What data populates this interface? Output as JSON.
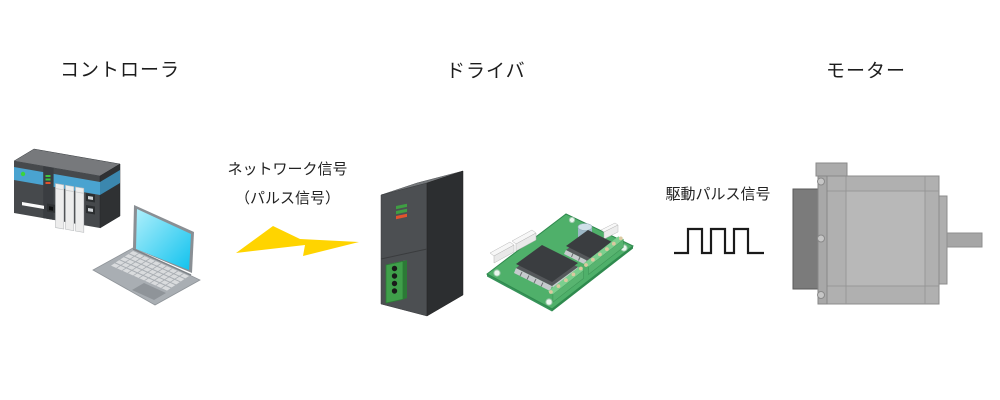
{
  "nodes": {
    "controller": {
      "label": "コントローラ",
      "icons": [
        "plc-icon",
        "laptop-icon"
      ]
    },
    "driver": {
      "label": "ドライバ",
      "icons": [
        "driver-unit-icon",
        "circuit-board-icon"
      ]
    },
    "motor": {
      "label": "モーター",
      "icons": [
        "stepper-motor-icon"
      ]
    }
  },
  "links": {
    "network": {
      "line1": "ネットワーク信号",
      "line2": "（パルス信号）",
      "icon": "lightning-bolt-icon"
    },
    "drive": {
      "label": "駆動パルス信号",
      "icon": "pulse-waveform-icon"
    }
  },
  "colors": {
    "background": "#ffffff",
    "text": "#1c1c1c",
    "lightning_yellow": "#ffd400",
    "plc_blue": "#4aa3d0",
    "laptop_screen_cyan": "#12c3ee",
    "pcb_green": "#4fb06a",
    "driver_connector_green": "#3f9f4a",
    "led_green": "#3ec43e",
    "led_red": "#e0512c",
    "motor_gray": "#b4b4b4",
    "waveform_black": "#1a1a1a"
  }
}
